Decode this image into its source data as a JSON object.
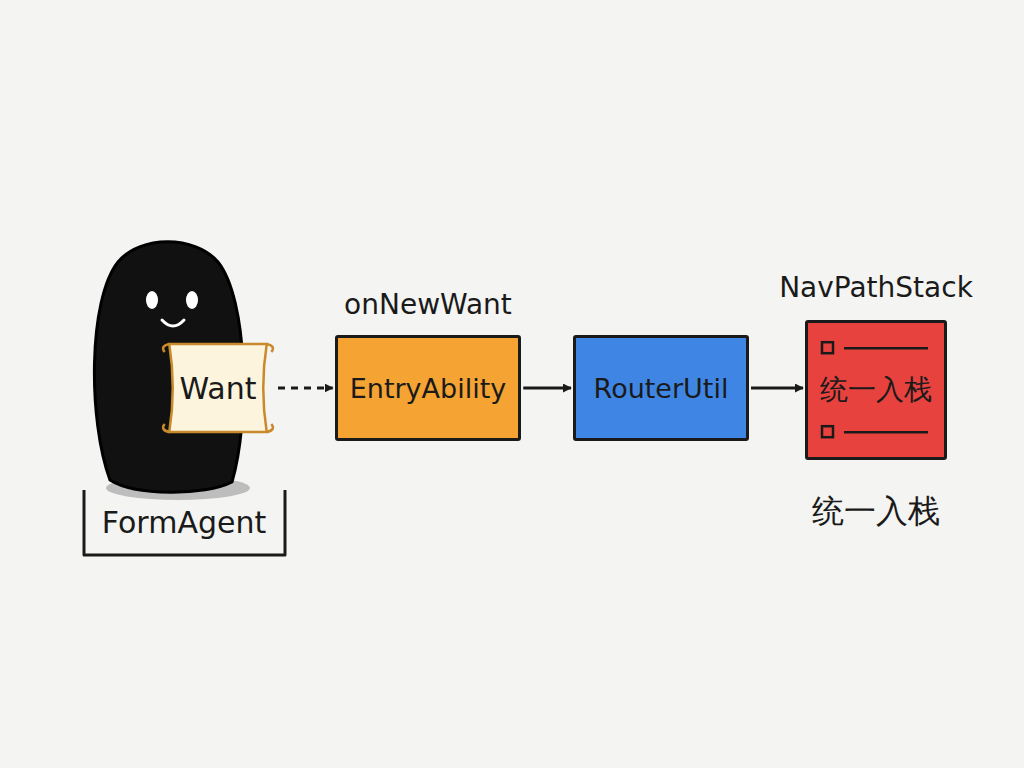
{
  "diagram": {
    "nodes": [
      {
        "text": [
          "Want"
        ]
      },
      {
        "text": [
          "onNewWant",
          "EntryAbility"
        ]
      },
      {
        "text": [
          "RouterUtil"
        ]
      },
      {
        "text": [
          "NavPathStack",
          "统一入栈"
        ]
      }
    ],
    "edges": [
      {
        "from": 0,
        "to": 1,
        "arrow": "to"
      },
      {
        "from": 1,
        "to": 2,
        "arrow": "to"
      },
      {
        "from": 2,
        "to": 3,
        "arrow": "to"
      }
    ],
    "labels": [
      "FormAgent",
      "统一入栈"
    ]
  }
}
